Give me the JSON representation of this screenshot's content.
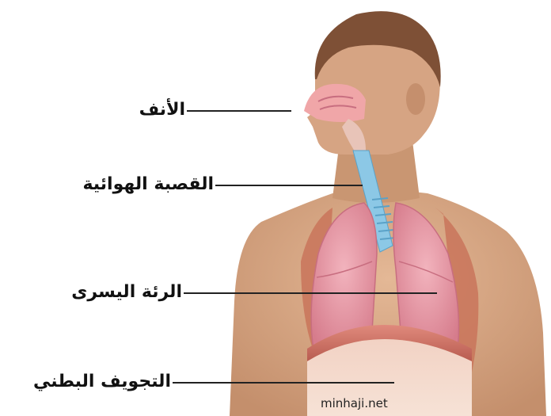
{
  "labels": {
    "nose": "الأنف",
    "trachea": "القصبة الهوائية",
    "left_lung": "الرئة اليسرى",
    "abdominal_cavity": "التجويف البطني"
  },
  "watermark": "minhaji.net",
  "colors": {
    "skin": "#d8a886",
    "skin_shadow": "#c08e6c",
    "hair": "#8a5a3c",
    "lung": "#e89aa6",
    "lung_dark": "#c86e80",
    "trachea": "#8cc8e6",
    "diaphragm": "#d0786c",
    "nasal_cavity": "#f0a6a8",
    "leader_line": "#222222"
  }
}
